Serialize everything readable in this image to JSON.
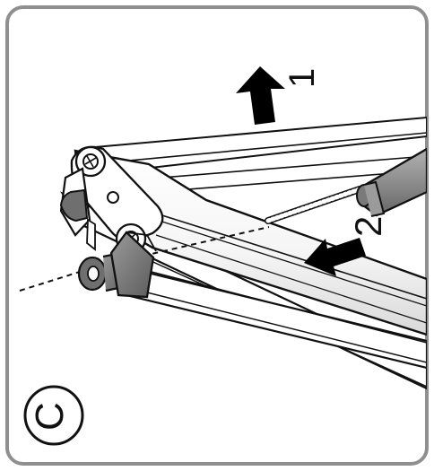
{
  "figure": {
    "panel_label": "C",
    "steps": [
      {
        "number": "1",
        "direction": "up"
      },
      {
        "number": "2",
        "direction": "insert-left"
      }
    ],
    "colors": {
      "background": "#ffffff",
      "frame": "#8f8f8f",
      "line": "#111111",
      "arm_highlight": "#f2f2f2",
      "block": "#777777",
      "screwdriver": "#8c8c8c"
    }
  }
}
